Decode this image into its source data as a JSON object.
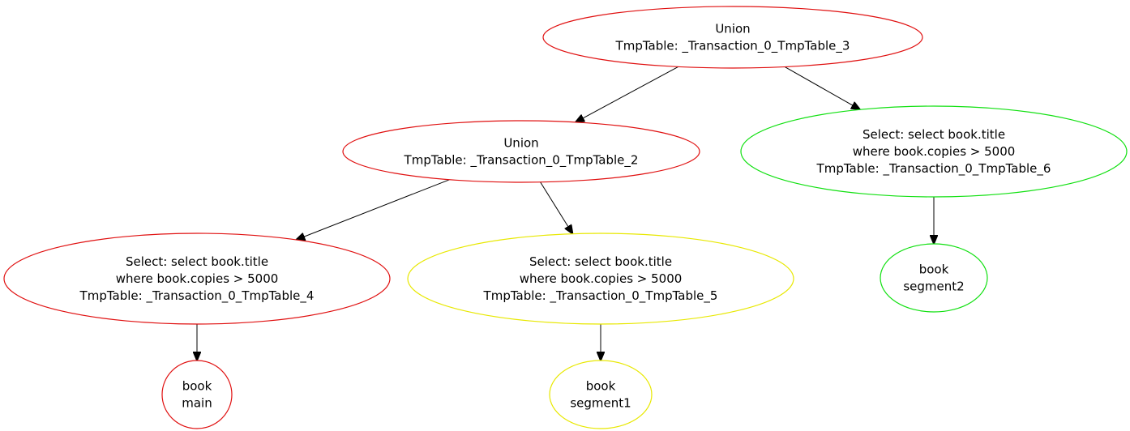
{
  "nodes": [
    {
      "id": "union3",
      "color": "#e01010",
      "lines": [
        "Union",
        "TmpTable: _Transaction_0_TmpTable_3"
      ]
    },
    {
      "id": "union2",
      "color": "#e01010",
      "lines": [
        "Union",
        "TmpTable: _Transaction_0_TmpTable_2"
      ]
    },
    {
      "id": "select6",
      "color": "#10e010",
      "lines": [
        "Select: select book.title",
        "where book.copies > 5000",
        "TmpTable: _Transaction_0_TmpTable_6"
      ]
    },
    {
      "id": "select4",
      "color": "#e01010",
      "lines": [
        "Select: select book.title",
        "where book.copies > 5000",
        "TmpTable: _Transaction_0_TmpTable_4"
      ]
    },
    {
      "id": "select5",
      "color": "#e8e800",
      "lines": [
        "Select: select book.title",
        "where book.copies > 5000",
        "TmpTable: _Transaction_0_TmpTable_5"
      ]
    },
    {
      "id": "book-main",
      "color": "#e01010",
      "lines": [
        "book",
        "main"
      ]
    },
    {
      "id": "book-segment1",
      "color": "#e8e800",
      "lines": [
        "book",
        "segment1"
      ]
    },
    {
      "id": "book-segment2",
      "color": "#10e010",
      "lines": [
        "book",
        "segment2"
      ]
    }
  ],
  "edges": [
    {
      "from": "union3",
      "to": "union2"
    },
    {
      "from": "union3",
      "to": "select6"
    },
    {
      "from": "union2",
      "to": "select4"
    },
    {
      "from": "union2",
      "to": "select5"
    },
    {
      "from": "select4",
      "to": "book-main"
    },
    {
      "from": "select5",
      "to": "book-segment1"
    },
    {
      "from": "select6",
      "to": "book-segment2"
    }
  ]
}
